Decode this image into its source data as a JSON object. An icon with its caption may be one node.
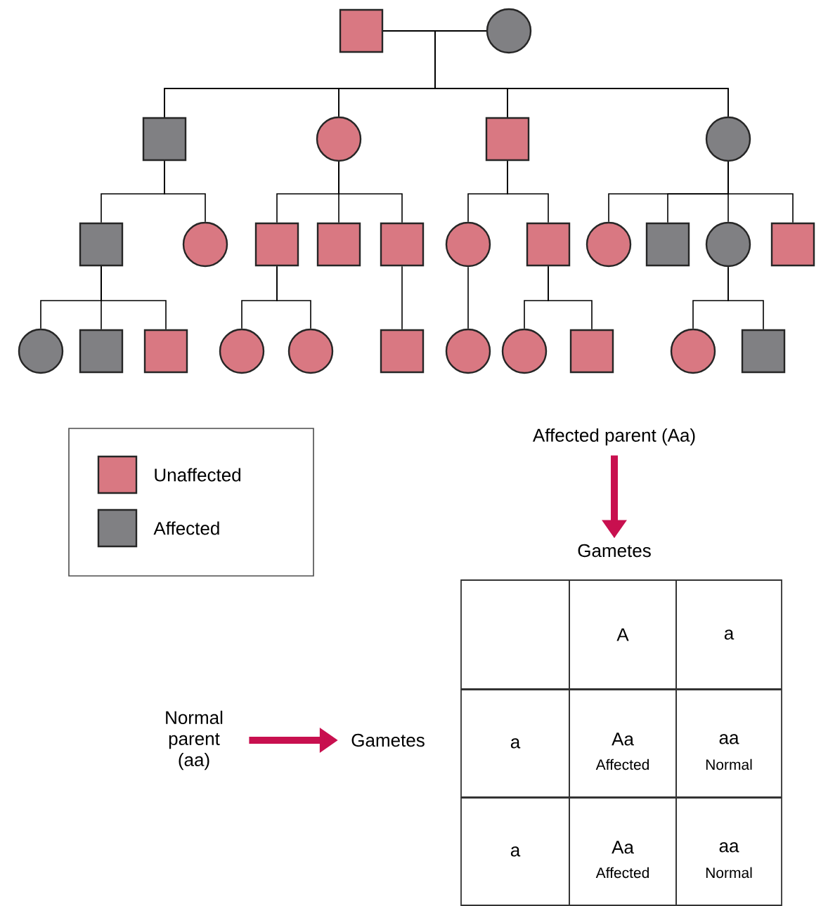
{
  "diagram": {
    "nodes": [
      {
        "text": [],
        "shape": "box"
      },
      {
        "text": [],
        "shape": "circle"
      },
      {
        "text": [],
        "shape": "box"
      },
      {
        "text": [],
        "shape": "circle"
      },
      {
        "text": [],
        "shape": "box"
      },
      {
        "text": [],
        "shape": "circle"
      },
      {
        "text": [],
        "shape": "box"
      },
      {
        "text": [],
        "shape": "circle"
      },
      {
        "text": [],
        "shape": "box"
      },
      {
        "text": [],
        "shape": "box"
      },
      {
        "text": [],
        "shape": "box"
      },
      {
        "text": [],
        "shape": "circle"
      },
      {
        "text": [],
        "shape": "box"
      },
      {
        "text": [],
        "shape": "circle"
      },
      {
        "text": [],
        "shape": "box"
      },
      {
        "text": [],
        "shape": "circle"
      },
      {
        "text": [],
        "shape": "box"
      },
      {
        "text": [],
        "shape": "circle"
      },
      {
        "text": [],
        "shape": "box"
      },
      {
        "text": [],
        "shape": "box"
      },
      {
        "text": [],
        "shape": "circle"
      },
      {
        "text": [],
        "shape": "circle"
      },
      {
        "text": [],
        "shape": "box"
      },
      {
        "text": [],
        "shape": "circle"
      },
      {
        "text": [],
        "shape": "circle"
      },
      {
        "text": [],
        "shape": "box"
      },
      {
        "text": [],
        "shape": "circle"
      },
      {
        "text": [],
        "shape": "box"
      },
      {
        "text": [
          "Affected parent (Aa)"
        ]
      },
      {
        "text": [
          "Gametes"
        ]
      },
      {
        "text": [
          "Normal parent (aa)"
        ]
      },
      {
        "text": [
          "Gametes"
        ]
      }
    ],
    "edges": [
      {
        "from": 0,
        "to": 1,
        "arrow": "none"
      },
      {
        "from": 0,
        "to": 2,
        "arrow": "none"
      },
      {
        "from": 1,
        "to": 2,
        "arrow": "none"
      },
      {
        "from": 0,
        "to": 3,
        "arrow": "none"
      },
      {
        "from": 1,
        "to": 3,
        "arrow": "none"
      },
      {
        "from": 0,
        "to": 4,
        "arrow": "none"
      },
      {
        "from": 1,
        "to": 4,
        "arrow": "none"
      },
      {
        "from": 0,
        "to": 5,
        "arrow": "none"
      },
      {
        "from": 1,
        "to": 5,
        "arrow": "none"
      },
      {
        "from": 2,
        "to": 6,
        "arrow": "none"
      },
      {
        "from": 2,
        "to": 7,
        "arrow": "none"
      },
      {
        "from": 3,
        "to": 8,
        "arrow": "none"
      },
      {
        "from": 3,
        "to": 9,
        "arrow": "none"
      },
      {
        "from": 3,
        "to": 10,
        "arrow": "none"
      },
      {
        "from": 4,
        "to": 11,
        "arrow": "none"
      },
      {
        "from": 4,
        "to": 12,
        "arrow": "none"
      },
      {
        "from": 5,
        "to": 13,
        "arrow": "none"
      },
      {
        "from": 5,
        "to": 14,
        "arrow": "none"
      },
      {
        "from": 5,
        "to": 15,
        "arrow": "none"
      },
      {
        "from": 5,
        "to": 16,
        "arrow": "none"
      },
      {
        "from": 6,
        "to": 17,
        "arrow": "none"
      },
      {
        "from": 6,
        "to": 18,
        "arrow": "none"
      },
      {
        "from": 6,
        "to": 19,
        "arrow": "none"
      },
      {
        "from": 8,
        "to": 20,
        "arrow": "none"
      },
      {
        "from": 8,
        "to": 21,
        "arrow": "none"
      },
      {
        "from": 10,
        "to": 22,
        "arrow": "none"
      },
      {
        "from": 11,
        "to": 23,
        "arrow": "none"
      },
      {
        "from": 12,
        "to": 24,
        "arrow": "none"
      },
      {
        "from": 12,
        "to": 25,
        "arrow": "none"
      },
      {
        "from": 15,
        "to": 26,
        "arrow": "none"
      },
      {
        "from": 15,
        "to": 27,
        "arrow": "none"
      },
      {
        "from": 28,
        "to": 29,
        "arrow": "to",
        "style": "thick",
        "color": "#c8104f"
      },
      {
        "from": 30,
        "to": 31,
        "arrow": "to",
        "style": "thick",
        "color": "#c8104f"
      }
    ],
    "labels": [
      "A",
      "a",
      "a",
      "Aa",
      "Affected",
      "aa",
      "Normal",
      "a",
      "Aa",
      "Affected",
      "aa",
      "Normal"
    ],
    "legend": [
      {
        "text": "Unaffected",
        "color": "#d97882"
      },
      {
        "text": "Affected",
        "color": "#808083"
      }
    ]
  }
}
